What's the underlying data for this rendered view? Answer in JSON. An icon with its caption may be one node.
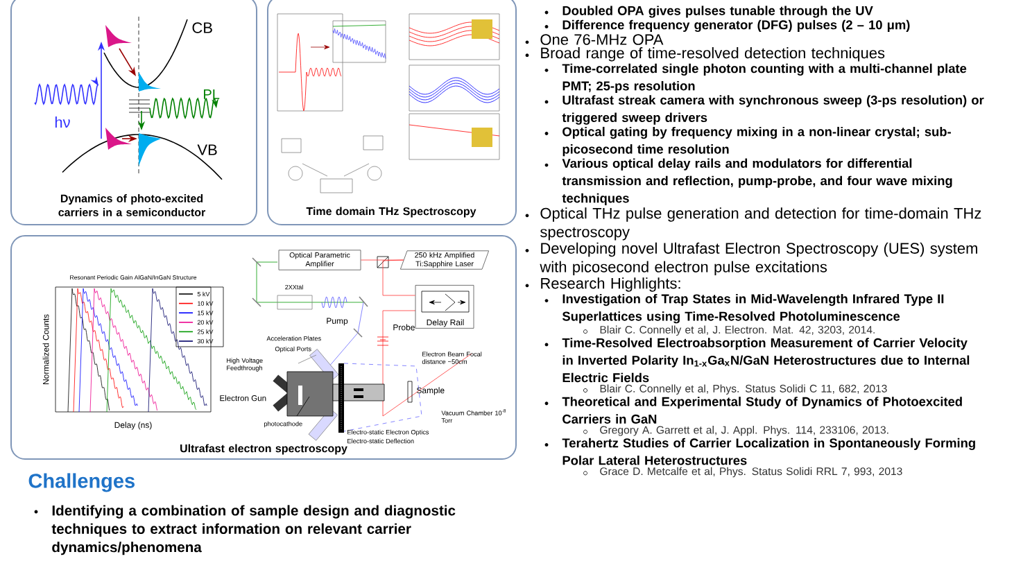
{
  "diagram": {
    "nodes": [
      {
        "text": [
          "Dynamics of photo-excited carriers in a semiconductor"
        ]
      },
      {
        "text": [
          "Time domain THz Spectroscopy"
        ]
      },
      {
        "text": [
          "Ultrafast electron spectroscopy"
        ]
      },
      {
        "text": [
          "Optical Parametric Amplifier"
        ],
        "in": 2
      },
      {
        "text": [
          "250 kHz Amplified Ti:Sapphire Laser"
        ],
        "in": 2
      },
      {
        "text": [
          "Delay Rail"
        ],
        "in": 2
      }
    ],
    "edges": [
      {
        "from": 4,
        "to": 3,
        "arrow": "none"
      },
      {
        "from": 4,
        "to": 5,
        "arrow": "none"
      }
    ],
    "labels": [
      "CB",
      "PL",
      "hν",
      "VB",
      "Resonant Periodic Gain AlGaN/InGaN Structure",
      "Normalized Counts",
      "Delay (ns)",
      "2XXtal",
      "Pump",
      "Probe",
      "Acceleration Plates",
      "Optical Ports",
      "High Voltage Feedthrough",
      "Electron Beam Focal distance ~50cm",
      "Electron Gun",
      "Sample",
      "photocathode",
      "Vacuum Chamber 10$^{-8}$ Torr",
      "Electro-static Electron Optics",
      "Electro-static Deflection",
      "Doubled OPA gives pulses tunable through the UV",
      "Difference frequency generator (DFG) pulses (2 – 10 μm)",
      "One 76-MHz OPA",
      "Broad range of time-resolved detection techniques",
      "Time-correlated single photon counting with a multi-channel plate PMT; 25-ps resolution",
      "Ultrafast streak camera with synchronous sweep (3-ps resolution) or triggered sweep drivers",
      "Optical gating by frequency mixing in a non-linear crystal; sub-picosecond time resolution",
      "Various optical delay rails and modulators for differential transmission and reflection, pump-probe, and four wave mixing techniques",
      "Optical THz pulse generation and detection for time-domain THz spectroscopy",
      "Developing novel Ultrafast Electron Spectroscopy (UES) system with picosecond electron pulse excitations",
      "Research Highlights:",
      "Investigation of Trap States in Mid-Wavelength Infrared Type II Superlattices using Time-Resolved Photoluminescence",
      "Blair C. Connelly et al, J. Electron. Mat. 42, 3203, 2014.",
      "Time-Resolved Electroabsorption Measurement of Carrier Velocity in Inverted Polarity In$_{1-x}$Ga$_{x}$N/GaN Heterostructures due to Internal Electric Fields",
      "Blair C. Connelly et al,  Phys. Status Solidi C 11, 682, 2013",
      "Theoretical and Experimental Study of Dynamics of Photoexcited Carriers in GaN",
      "Gregory A. Garrett et al, J. Appl. Phys. 114, 233106, 2013.",
      "Terahertz Studies of Carrier Localization in Spontaneously Forming Polar Lateral Heterostructures",
      "Grace D. Metcalfe et al, Phys. Status Solidi RRL 7, 993, 2013",
      "Challenges",
      "Identifying a combination of sample design and diagnostic techniques to extract information on relevant carrier dynamics/phenomena"
    ],
    "legend": [
      {
        "text": "5 kV"
      },
      {
        "text": "10 kV"
      },
      {
        "text": "15 kV"
      },
      {
        "text": "20 kV"
      },
      {
        "text": "25 kV"
      },
      {
        "text": "30 kV"
      }
    ]
  }
}
